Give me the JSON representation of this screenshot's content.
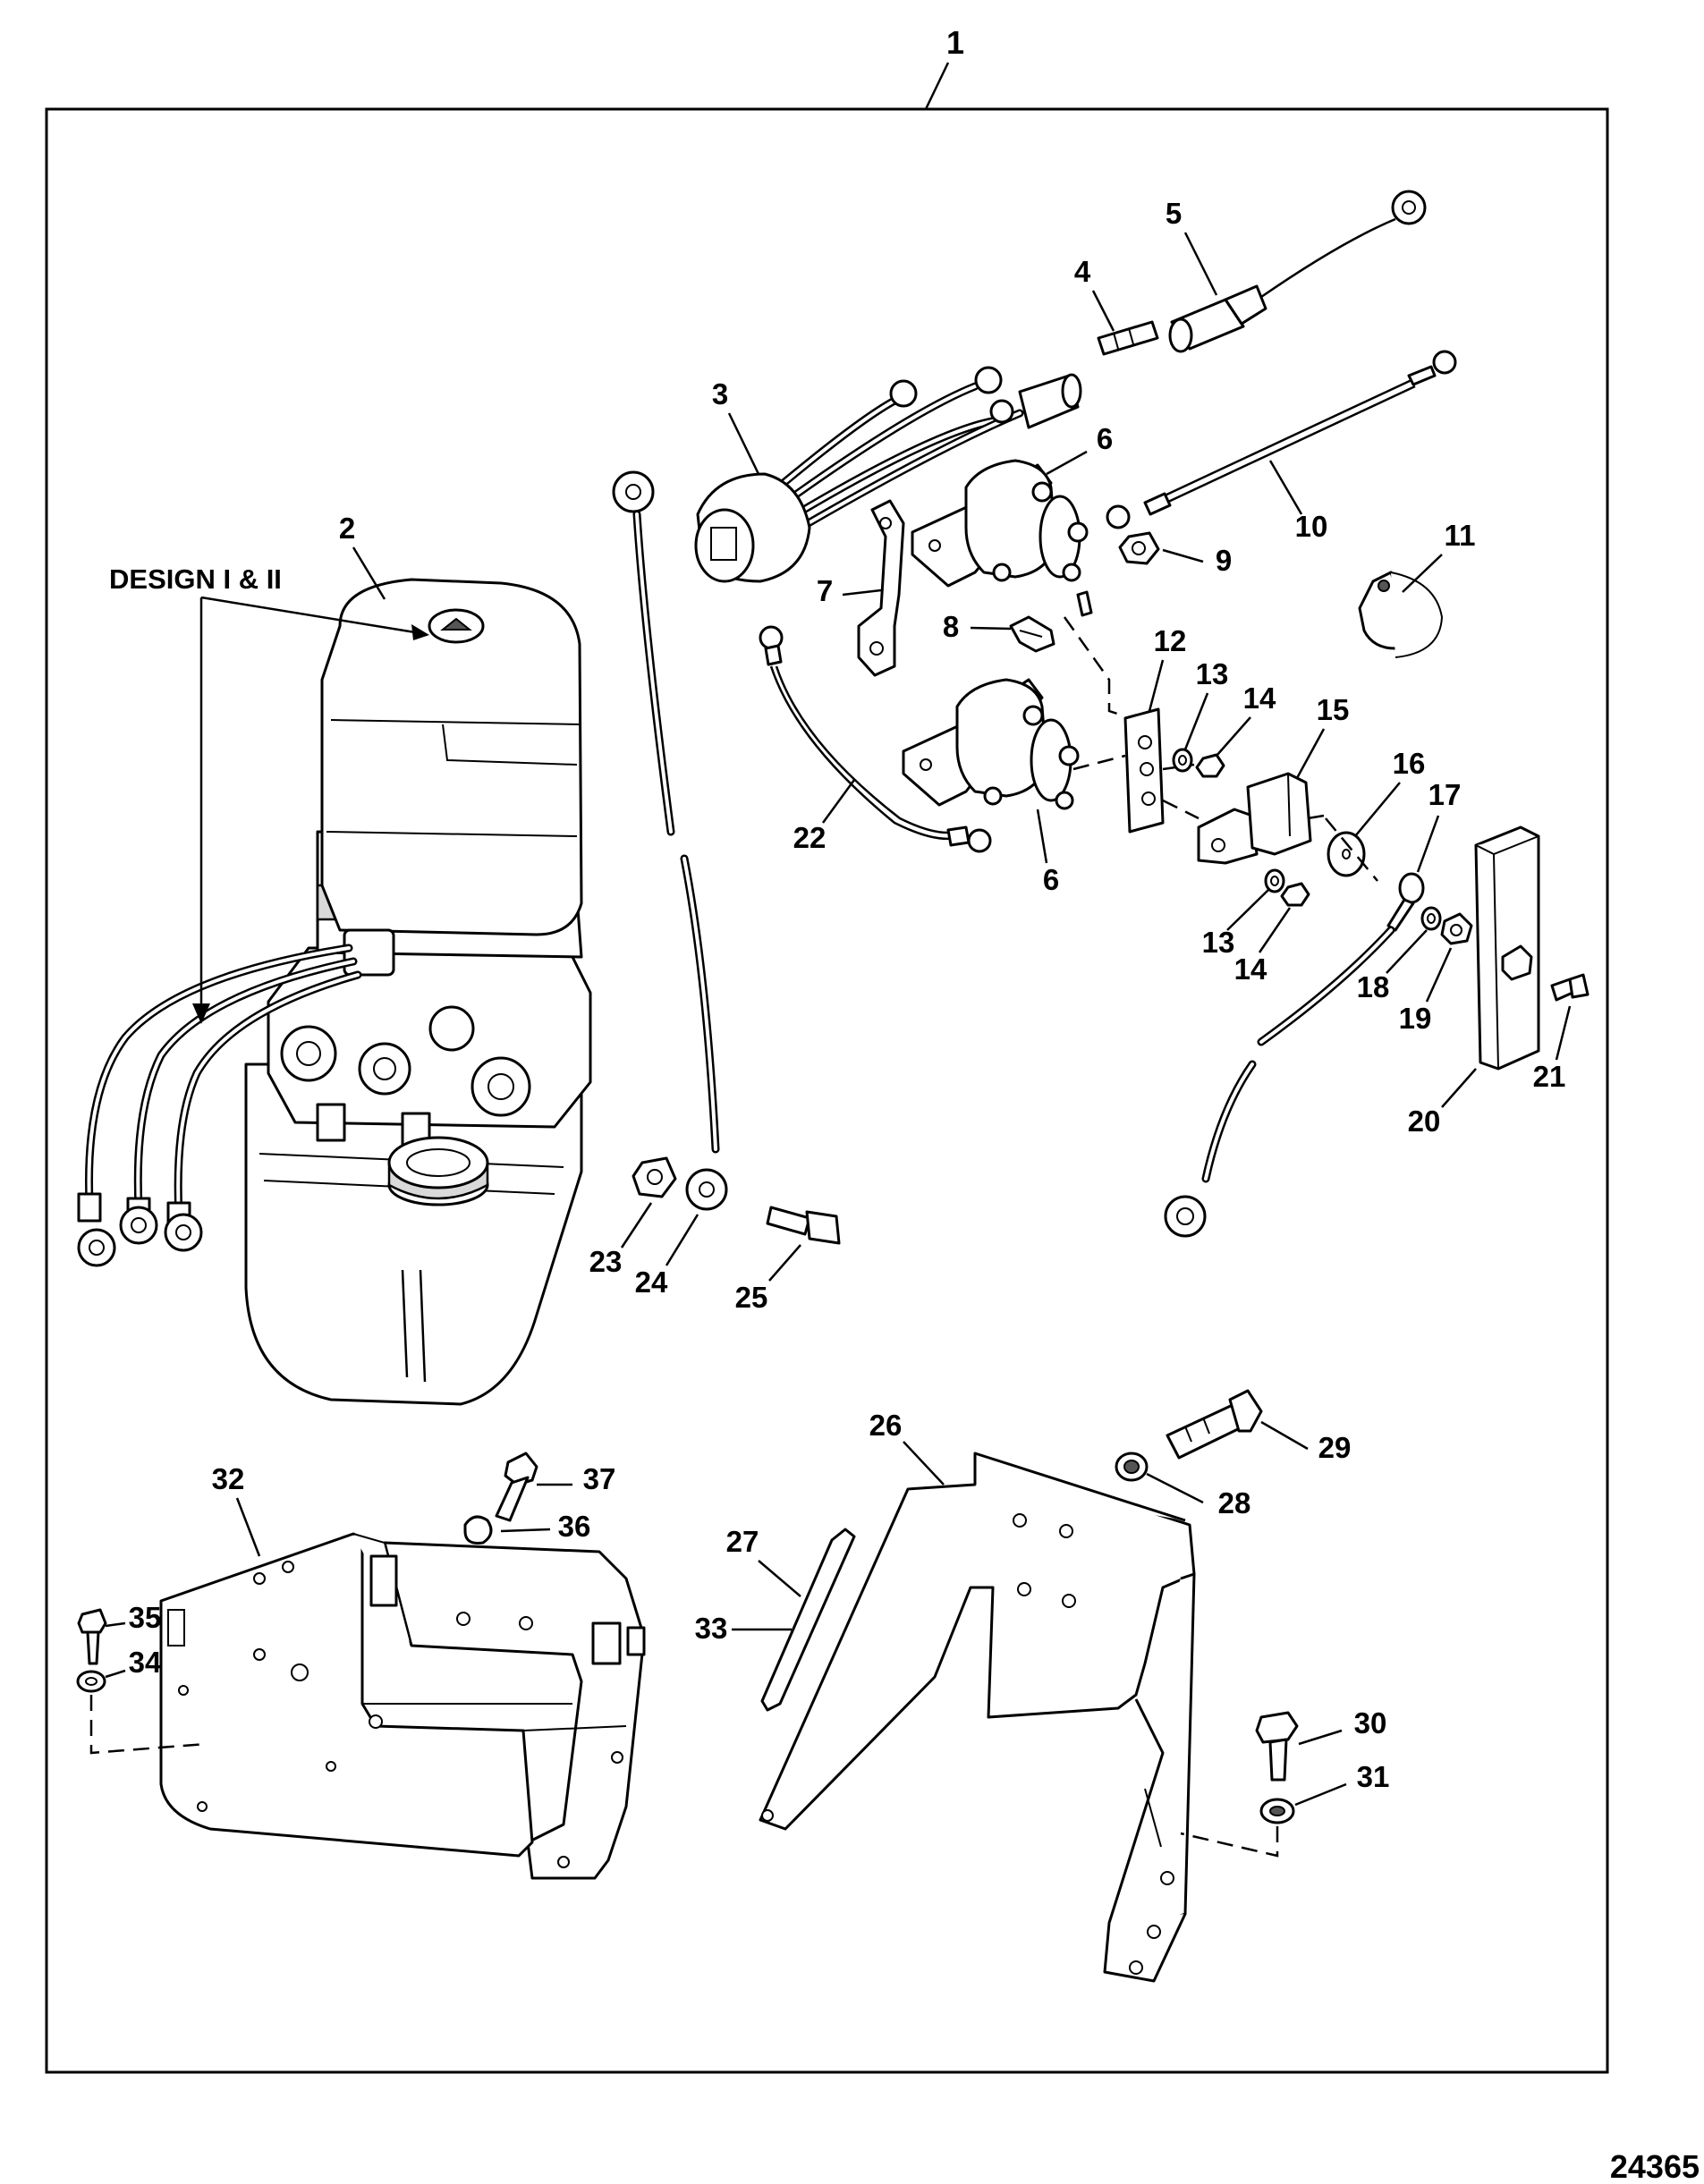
{
  "figure": {
    "assembly_number": "1",
    "reference_number": "24365",
    "design_label": "DESIGN I & II"
  },
  "callouts": {
    "c2": "2",
    "c3": "3",
    "c4": "4",
    "c5": "5",
    "c6a": "6",
    "c6b": "6",
    "c7": "7",
    "c8": "8",
    "c9": "9",
    "c10": "10",
    "c11": "11",
    "c12": "12",
    "c13a": "13",
    "c13b": "13",
    "c14a": "14",
    "c14b": "14",
    "c15": "15",
    "c16": "16",
    "c17": "17",
    "c18": "18",
    "c19": "19",
    "c20": "20",
    "c21": "21",
    "c22": "22",
    "c23": "23",
    "c24": "24",
    "c25": "25",
    "c26": "26",
    "c27": "27",
    "c28": "28",
    "c29": "29",
    "c30": "30",
    "c31": "31",
    "c32": "32",
    "c33": "33",
    "c34": "34",
    "c35": "35",
    "c36": "36",
    "c37": "37"
  }
}
